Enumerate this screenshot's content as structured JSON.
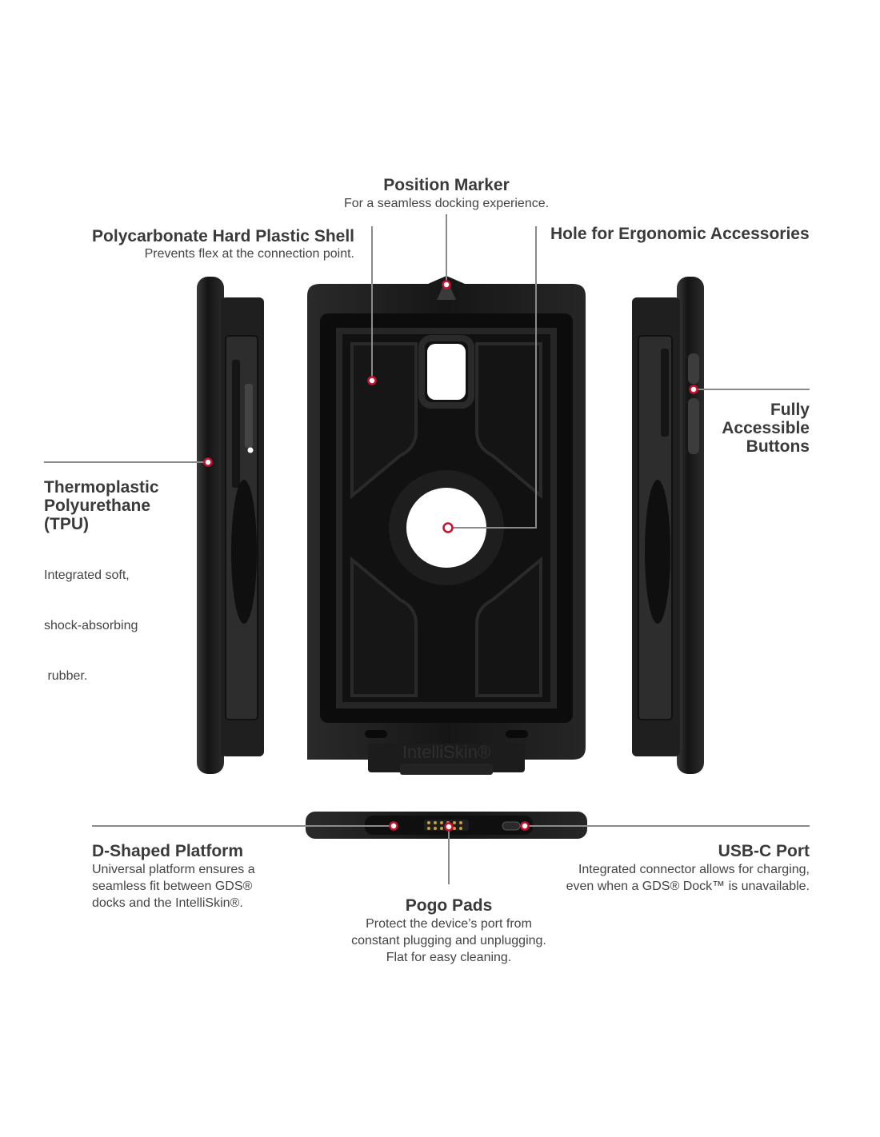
{
  "callouts": {
    "position_marker": {
      "title": "Position Marker",
      "desc": "For a seamless docking experience."
    },
    "polycarbonate": {
      "title": "Polycarbonate Hard Plastic Shell",
      "desc": "Prevents flex at the connection point."
    },
    "hole": {
      "title": "Hole for Ergonomic Accessories"
    },
    "buttons": {
      "title_lines": [
        "Fully",
        "Accessible",
        "Buttons"
      ]
    },
    "tpu": {
      "title_lines": [
        "Thermoplastic",
        "Polyurethane",
        "(TPU)"
      ],
      "desc_lines": [
        "Integrated soft,",
        "shock-absorbing",
        " rubber."
      ]
    },
    "d_shaped": {
      "title": "D-Shaped Platform",
      "desc_lines": [
        "Universal platform ensures a",
        "seamless fit between GDS®",
        "docks and the IntelliSkin®."
      ]
    },
    "usbc": {
      "title": "USB-C Port",
      "desc_lines": [
        "Integrated connector allows for charging,",
        "even when a GDS® Dock™ is unavailable."
      ]
    },
    "pogo": {
      "title": "Pogo Pads",
      "desc_lines": [
        "Protect the device’s port from",
        "constant plugging and unplugging.",
        "Flat for easy cleaning."
      ]
    }
  },
  "product": {
    "emboss_text": "IntelliSkin®"
  },
  "colors": {
    "marker": "#c8102e",
    "case": "#1b1b1b",
    "leader": "#777777"
  }
}
